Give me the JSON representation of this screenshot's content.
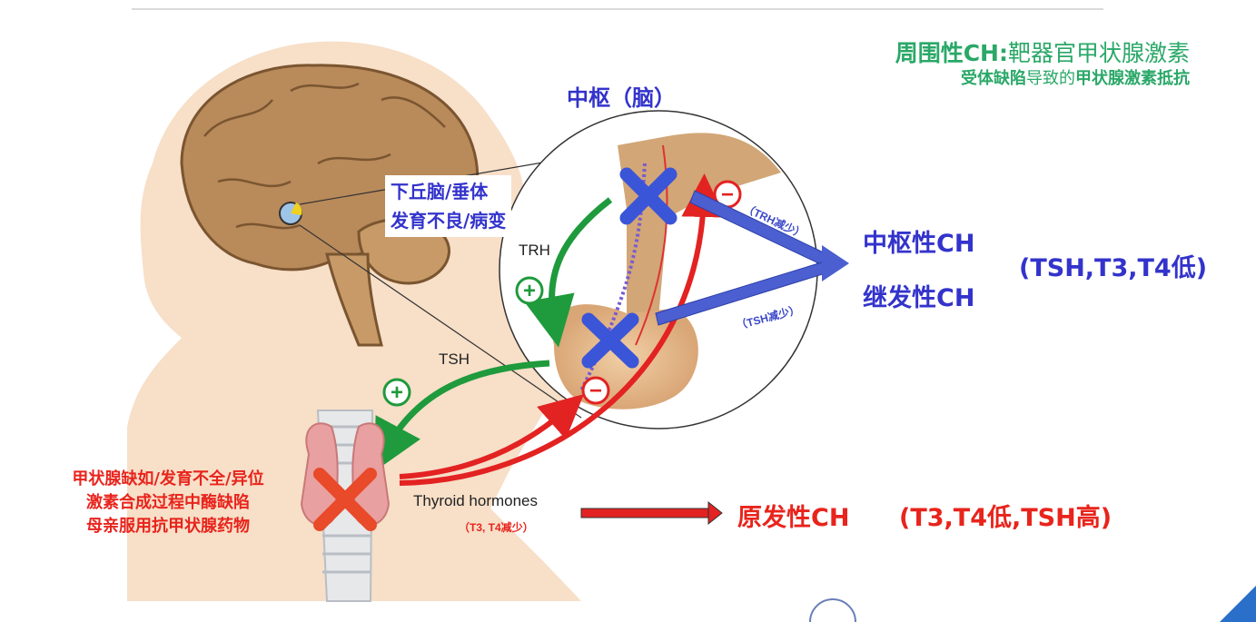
{
  "center_title": "中枢（脑）",
  "peripheral": {
    "head_bold": "周围性CH:",
    "head_rest": "靶器官甲状腺激素",
    "line2_bold1": "受体缺陷",
    "line2_mid": "导致的",
    "line2_bold2": "甲状腺激素抵抗"
  },
  "hypothalamus_defect": [
    "下丘脑/垂体",
    "发育不良/病变"
  ],
  "labels": {
    "trh": "TRH",
    "tsh": "TSH",
    "thyroid_hormones": "Thyroid hormones",
    "t3t4_decrease": "（T3, T4减少）",
    "trh_decrease": "（TRH减少）",
    "tsh_decrease": "（TSH减少）",
    "plus": "+",
    "minus": "−"
  },
  "central_ch": {
    "line1": "中枢性CH",
    "line2": "继发性CH",
    "profile": "(TSH,T3,T4低)"
  },
  "primary_ch": {
    "name": "原发性CH",
    "profile": "(T3,T4低,TSH高)"
  },
  "thyroid_defects": [
    "甲状腺缺如/发育不全/异位",
    "激素合成过程中酶缺陷",
    "母亲服用抗甲状腺药物"
  ],
  "colors": {
    "blue_text": "#3333cc",
    "red_text": "#e8241c",
    "green_text": "#2aa868",
    "skin": "#f7dfc8",
    "brain": "#b98a5a",
    "arrow_green": "#1f9a3c",
    "arrow_red": "#e32222",
    "arrow_blue": "#4b5fd0",
    "corner": "#2a6fc9"
  }
}
